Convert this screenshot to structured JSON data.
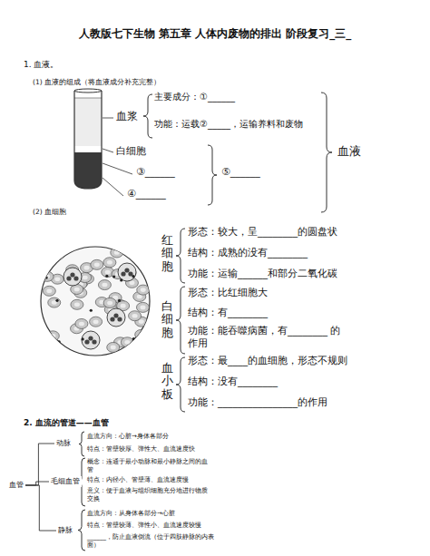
{
  "diagram": {
    "title": "人教版七下生物 第五章 人体内废物的排出 阶段复习_三_",
    "nodes": [
      {
        "text": [
          "血管"
        ]
      },
      {
        "text": [
          "动脉"
        ]
      },
      {
        "text": [
          "毛细血管"
        ]
      },
      {
        "text": [
          "静脉"
        ]
      }
    ],
    "edges": [
      {
        "from": 0,
        "to": 1,
        "arrow": "none"
      },
      {
        "from": 0,
        "to": 2,
        "arrow": "none"
      },
      {
        "from": 0,
        "to": 3,
        "arrow": "none"
      }
    ],
    "labels": [
      "1. 血液。",
      "(1) 血液的组成（将血液成分补充完整）",
      "血浆",
      "主要成分：①______",
      "功能：运载②_____，运输养料和废物",
      "白细胞",
      "③______",
      "④______",
      "⑤______",
      "血液",
      "(2) 血细胞",
      "红细胞",
      "形态：较大，呈________的圆盘状",
      "结构：成熟的没有________",
      "功能：运输______和部分二氧化碳",
      "白细胞",
      "形态：比红细胞大",
      "结构：有________",
      "功能：能吞噬病菌，有________ 的作用",
      "血小板",
      "形态：最____的血细胞，形态不规则",
      "结构：没有________",
      "功能：________________的作用",
      "2. 血流的管道——血管",
      "血流方向：心脏→身体各部分",
      "特点：管壁较厚、弹性大、血流速度快",
      "概念：连通于最小动脉和最小静脉之间的血管",
      "特点：内径小、管壁薄、血流速度慢",
      "意义：便于血液与组织细胞充分地进行物质交换",
      "血流方向：从身体各部分→心脏",
      "特点：管壁较薄、弹性小、血流速度较慢",
      "______，防止血液倒流（位于四肢静脉的内表面）"
    ]
  }
}
